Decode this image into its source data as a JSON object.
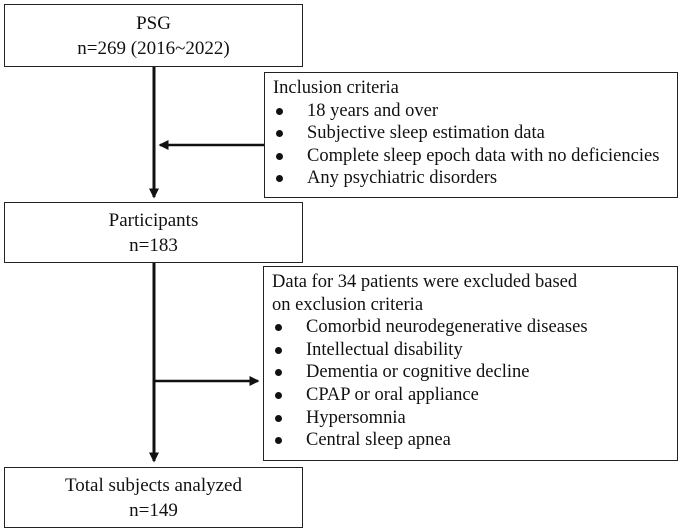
{
  "boxes": {
    "psg": {
      "title": "PSG",
      "subtitle": "n=269 (2016~2022)"
    },
    "inclusion": {
      "heading": "Inclusion criteria",
      "items": [
        "18 years and over",
        "Subjective sleep estimation data",
        "Complete sleep epoch data with no deficiencies",
        "Any psychiatric disorders"
      ]
    },
    "participants": {
      "title": "Participants",
      "subtitle": "n=183"
    },
    "exclusion": {
      "heading_line1": "Data for 34 patients  were excluded based",
      "heading_line2": "on exclusion criteria",
      "items": [
        "Comorbid neurodegenerative diseases",
        "Intellectual disability",
        "Dementia or cognitive decline",
        "CPAP or oral appliance",
        "Hypersomnia",
        "Central sleep apnea"
      ]
    },
    "total": {
      "title": "Total subjects analyzed",
      "subtitle": "n=149"
    }
  },
  "colors": {
    "line": "#111111",
    "border": "#222222",
    "background": "#ffffff"
  }
}
